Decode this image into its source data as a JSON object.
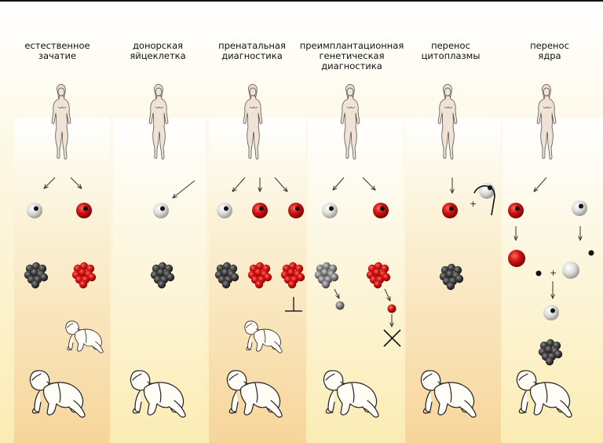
{
  "columns": [
    {
      "title": "естественное\nзачатие"
    },
    {
      "title": "донорская\nяйцеклетка"
    },
    {
      "title": "пренатальная\nдиагностика"
    },
    {
      "title": "преимплантационная\nгенетическая\nдиагностика"
    },
    {
      "title": "перенос\nцитоплазмы"
    },
    {
      "title": "перенос\nядра"
    }
  ],
  "symbols": {
    "plus": "+"
  },
  "colors": {
    "red_egg": "#d41a1a",
    "white_egg": "#e0e0de",
    "dark_embryo": "#3a3a3a",
    "red_embryo": "#c8101e",
    "panel_top": "#fbf6e2",
    "panel_bottom": "#f7d99b",
    "gap_top": "#ffffff",
    "gap_bottom": "#fcf5cf"
  }
}
